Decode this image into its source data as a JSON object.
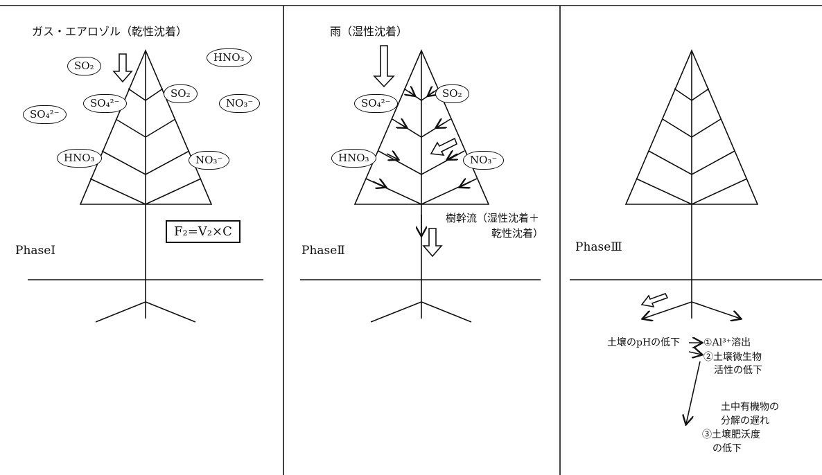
{
  "panel1": {
    "heading": "ガス・エアロゾル（乾性沈着）",
    "phase": "PhaseⅠ",
    "formula": "F₂=V₂×C",
    "clouds": [
      "SO₂",
      "HNO₃",
      "SO₄²⁻",
      "SO₂",
      "NO₃⁻",
      "SO₄²⁻",
      "HNO₃",
      "NO₃⁻"
    ]
  },
  "panel2": {
    "heading": "雨（湿性沈着）",
    "phase": "PhaseⅡ",
    "stemflow_line1": "樹幹流（湿性沈着＋",
    "stemflow_line2": "乾性沈着）",
    "clouds": [
      "SO₄²⁻",
      "SO₂",
      "HNO₃",
      "NO₃⁻"
    ]
  },
  "panel3": {
    "phase": "PhaseⅢ",
    "soil_ph": "土壌のpHの低下",
    "effect1": "①Al³⁺溶出",
    "effect2_line1": "②土壌微生物",
    "effect2_line2": "活性の低下",
    "cause_line1": "土中有機物の",
    "cause_line2": "分解の遅れ",
    "effect3_line1": "③土壌肥沃度",
    "effect3_line2": "の低下"
  }
}
